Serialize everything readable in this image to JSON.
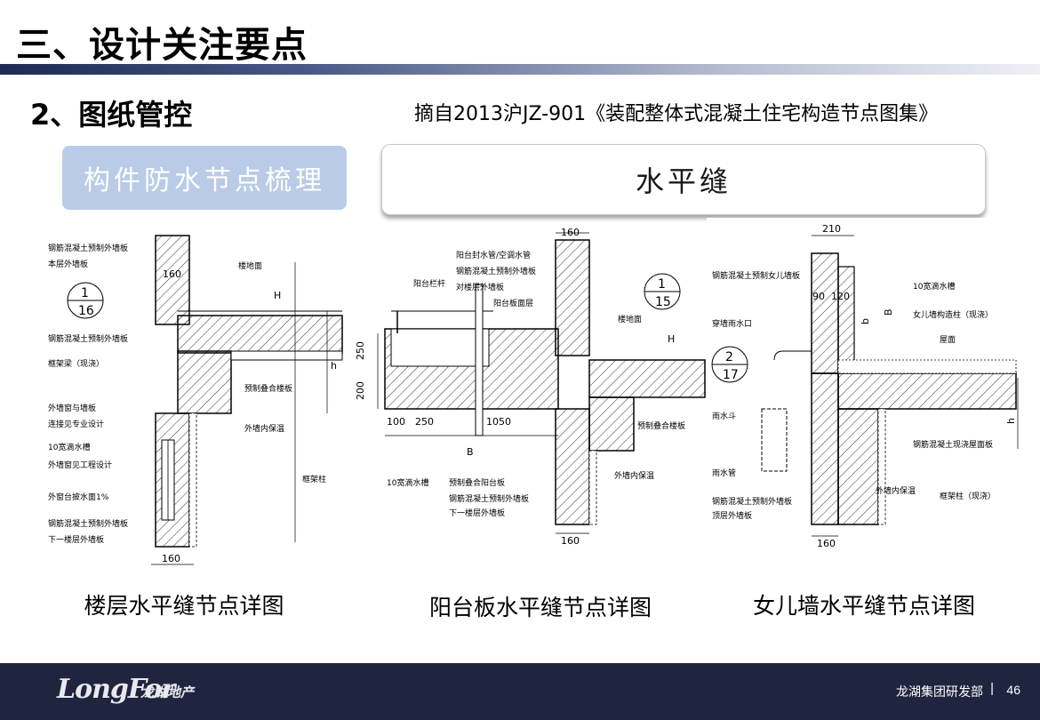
{
  "slide": {
    "title": "三、设计关注要点",
    "subtitle": "2、图纸管控",
    "source": "摘自2013沪JZ-901《装配整体式混凝土住宅构造节点图集》",
    "tag": "构件防水节点梳理",
    "header": "水平缝"
  },
  "drawings": {
    "floor": {
      "caption": "楼层水平缝节点详图",
      "labels": [
        "钢筋混凝土预制外墙板",
        "本层外墙板",
        "钢筋混凝土预制外墙板",
        "框架梁（现浇）",
        "外墙窗与墙板",
        "连接见专业设计",
        "10宽滴水槽",
        "外墙窗见工程设计",
        "外窗台披水面1%",
        "钢筋混凝土预制外墙板",
        "下一楼层外墙板",
        "楼地面",
        "预制叠合楼板",
        "外墙内保温",
        "框架柱"
      ],
      "dims": [
        "160",
        "160",
        "H",
        "h"
      ],
      "index_top": "1",
      "index_bottom": "16"
    },
    "balcony": {
      "caption": "阳台板水平缝节点详图",
      "labels": [
        "阳台栏杆",
        "阳台封水管/空调水管",
        "钢筋混凝土预制外墙板",
        "对楼层外墙板",
        "阳台板面层",
        "楼地面",
        "10宽滴水槽",
        "预制叠合阳台板",
        "钢筋混凝土预制外墙板",
        "下一楼层外墙板",
        "预制叠合楼板",
        "外墙内保温"
      ],
      "dims": [
        "160",
        "250",
        "200",
        "100",
        "250",
        "1050",
        "B",
        "160",
        "H"
      ],
      "index_top": "1",
      "index_bottom": "15"
    },
    "parapet": {
      "caption": "女儿墙水平缝节点详图",
      "labels": [
        "钢筋混凝土预制女儿墙板",
        "10宽滴水槽",
        "女儿墙构造柱（现浇）",
        "穿墙雨水口",
        "屋面",
        "雨水斗",
        "雨水管",
        "钢筋混凝土预制外墙板",
        "顶层外墙板",
        "外墙内保温",
        "钢筋混凝土现浇屋面板",
        "框架柱（现浇）"
      ],
      "dims": [
        "210",
        "160",
        "90",
        "120",
        "B",
        "b",
        "h"
      ],
      "index_top": "2",
      "index_bottom": "17"
    }
  },
  "footer": {
    "logo": "LongFor",
    "logo_cn": "龙湖地产",
    "department": "龙湖集团研发部",
    "separator": "|",
    "page": "46"
  },
  "colors": {
    "footer_bg": "#20253f",
    "tag_bg": "#b9cbe6",
    "title_bar_start": "#1d2a52"
  }
}
